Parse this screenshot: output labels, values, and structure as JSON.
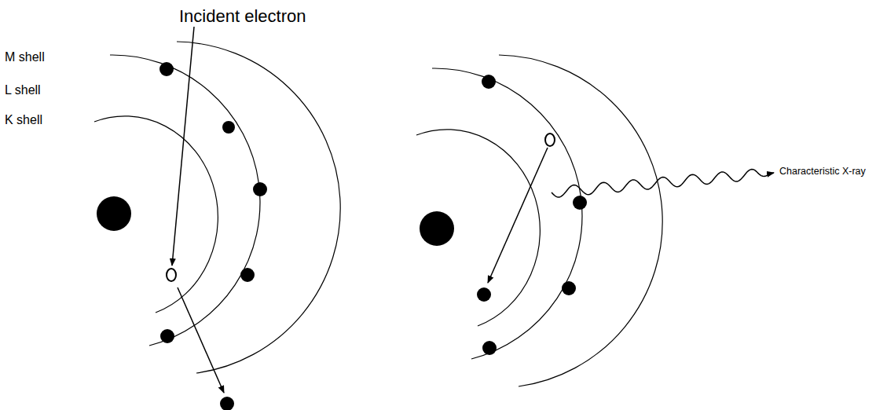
{
  "diagram": {
    "labels": [
      "Incident electron",
      "M shell",
      "L shell",
      "K shell",
      "Characteristic X-ray"
    ]
  }
}
